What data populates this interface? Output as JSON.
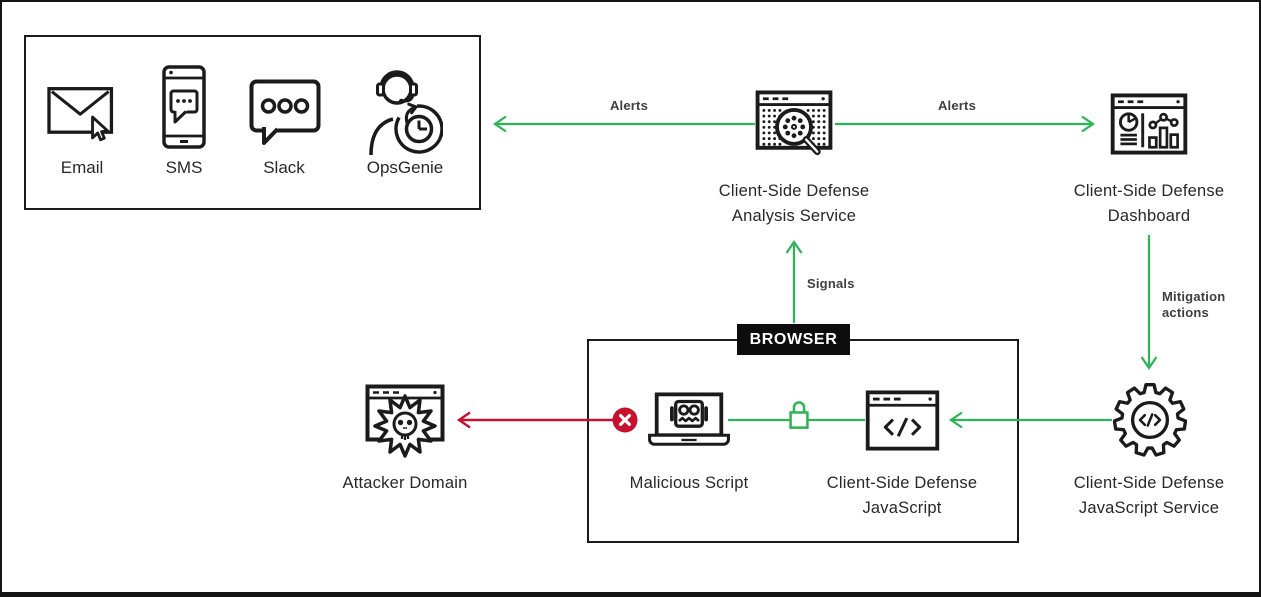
{
  "colors": {
    "green": "#2db457",
    "red": "#c8102e",
    "ink": "#1b1b1b"
  },
  "channels": {
    "items": [
      {
        "label": "Email",
        "icon": "email-icon"
      },
      {
        "label": "SMS",
        "icon": "sms-icon"
      },
      {
        "label": "Slack",
        "icon": "slack-icon"
      },
      {
        "label": "OpsGenie",
        "icon": "opsgenie-icon"
      }
    ]
  },
  "nodes": {
    "analysis_service": {
      "label": "Client-Side Defense Analysis Service"
    },
    "dashboard": {
      "label": "Client-Side Defense Dashboard"
    },
    "js_service": {
      "label": "Client-Side Defense JavaScript Service"
    },
    "malicious_script": {
      "label": "Malicious Script"
    },
    "csd_javascript": {
      "label": "Client-Side Defense JavaScript"
    },
    "attacker_domain": {
      "label": "Attacker Domain"
    },
    "browser": {
      "label": "BROWSER"
    }
  },
  "edges": {
    "alerts_left": {
      "label": "Alerts"
    },
    "alerts_right": {
      "label": "Alerts"
    },
    "signals": {
      "label": "Signals"
    },
    "mitigation": {
      "label": "Mitigation actions"
    }
  }
}
